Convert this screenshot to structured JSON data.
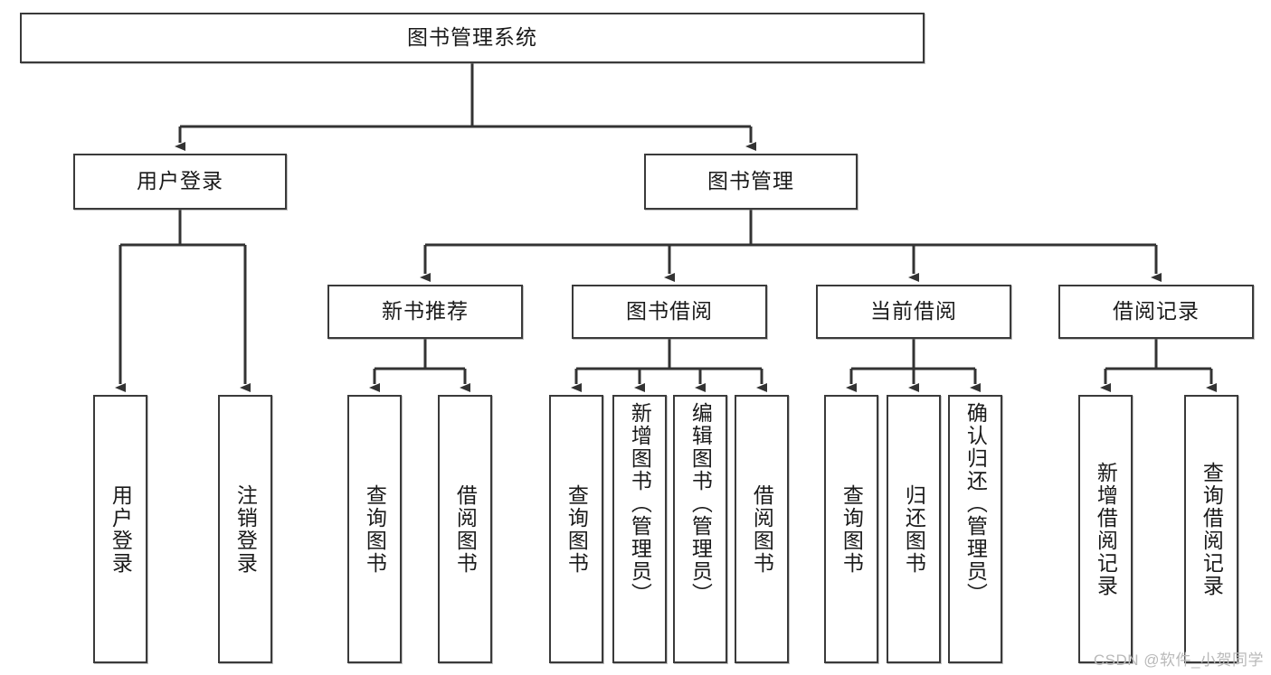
{
  "diagram": {
    "title": "图书管理系统",
    "type": "tree-hierarchy-chart",
    "watermark": "CSDN @软件_小贺同学",
    "colors": {
      "border": "#3a3a3a",
      "fill": "#ffffff",
      "text": "#1a1a1a",
      "connector": "#333333",
      "watermark": "#b9b9b9"
    },
    "nodes": {
      "root": {
        "label": "图书管理系统"
      },
      "level2": [
        {
          "id": "user-login",
          "label": "用户登录"
        },
        {
          "id": "book-manage",
          "label": "图书管理"
        }
      ],
      "level3": [
        {
          "id": "new-book-recommend",
          "label": "新书推荐"
        },
        {
          "id": "book-borrow",
          "label": "图书借阅"
        },
        {
          "id": "current-borrow",
          "label": "当前借阅"
        },
        {
          "id": "borrow-record",
          "label": "借阅记录"
        }
      ],
      "leaves": {
        "user_login": [
          {
            "id": "leaf-user-login",
            "label": "用户登录"
          },
          {
            "id": "leaf-logout-login",
            "label": "注销登录"
          }
        ],
        "new_book_recommend": [
          {
            "id": "leaf-query-book-1",
            "label": "查询图书"
          },
          {
            "id": "leaf-borrow-book-1",
            "label": "借阅图书"
          }
        ],
        "book_borrow": [
          {
            "id": "leaf-query-book-2",
            "label": "查询图书"
          },
          {
            "id": "leaf-add-book",
            "label": "新增图书（管理员）"
          },
          {
            "id": "leaf-edit-book",
            "label": "编辑图书（管理员）"
          },
          {
            "id": "leaf-borrow-book-2",
            "label": "借阅图书"
          }
        ],
        "current_borrow": [
          {
            "id": "leaf-query-book-3",
            "label": "查询图书"
          },
          {
            "id": "leaf-return-book",
            "label": "归还图书"
          },
          {
            "id": "leaf-confirm-return",
            "label": "确认归还（管理员）"
          }
        ],
        "borrow_record": [
          {
            "id": "leaf-add-record",
            "label": "新增借阅记录"
          },
          {
            "id": "leaf-query-record",
            "label": "查询借阅记录"
          }
        ]
      }
    }
  }
}
